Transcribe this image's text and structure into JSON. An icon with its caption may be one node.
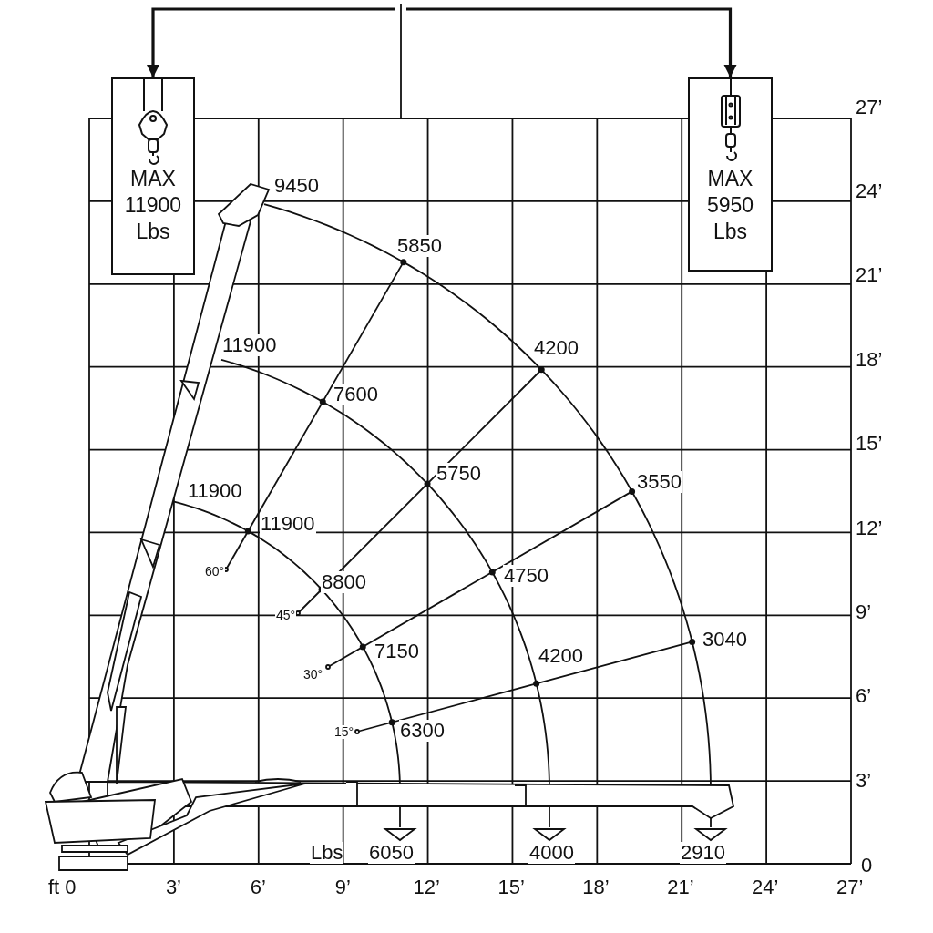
{
  "diagram": {
    "nodes": [
      {
        "text": [
          "MAX 11900 Lbs"
        ]
      },
      {
        "text": [
          "MAX 5950 Lbs"
        ]
      }
    ],
    "edges": [
      {
        "from": null,
        "to": 0,
        "arrow": "to"
      },
      {
        "from": null,
        "to": 1,
        "arrow": "to"
      }
    ],
    "labels": [
      "9450",
      "27’",
      "24’",
      "5850",
      "21’",
      "11900",
      "4200",
      "18’",
      "7600",
      "15’",
      "5750",
      "11900",
      "3550",
      "11900",
      "12’",
      "60°",
      "8800",
      "4750",
      "9’",
      "45°",
      "7150",
      "3040",
      "30°",
      "4200",
      "6’",
      "15°",
      "6300",
      "3’",
      "Lbs",
      "6050",
      "4000",
      "2910",
      "0",
      "ft 0",
      "3’",
      "6’",
      "9’",
      "12’",
      "15’",
      "18’",
      "21’",
      "24’",
      "27’"
    ]
  }
}
